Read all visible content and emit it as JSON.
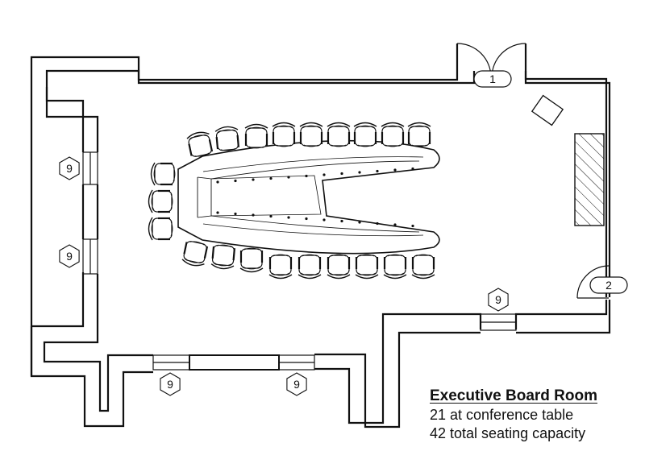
{
  "room": {
    "title": "Executive Board Room",
    "lines": [
      "21 at conference table",
      "42 total seating capacity"
    ]
  },
  "markers": {
    "door_labels": [
      "1",
      "2"
    ],
    "window_label": "9"
  },
  "icons": [
    "door-icon",
    "chair-icon",
    "window-icon",
    "hatched-panel-icon",
    "credenza-icon"
  ],
  "colors": {
    "line": "#111111",
    "background": "#ffffff"
  }
}
